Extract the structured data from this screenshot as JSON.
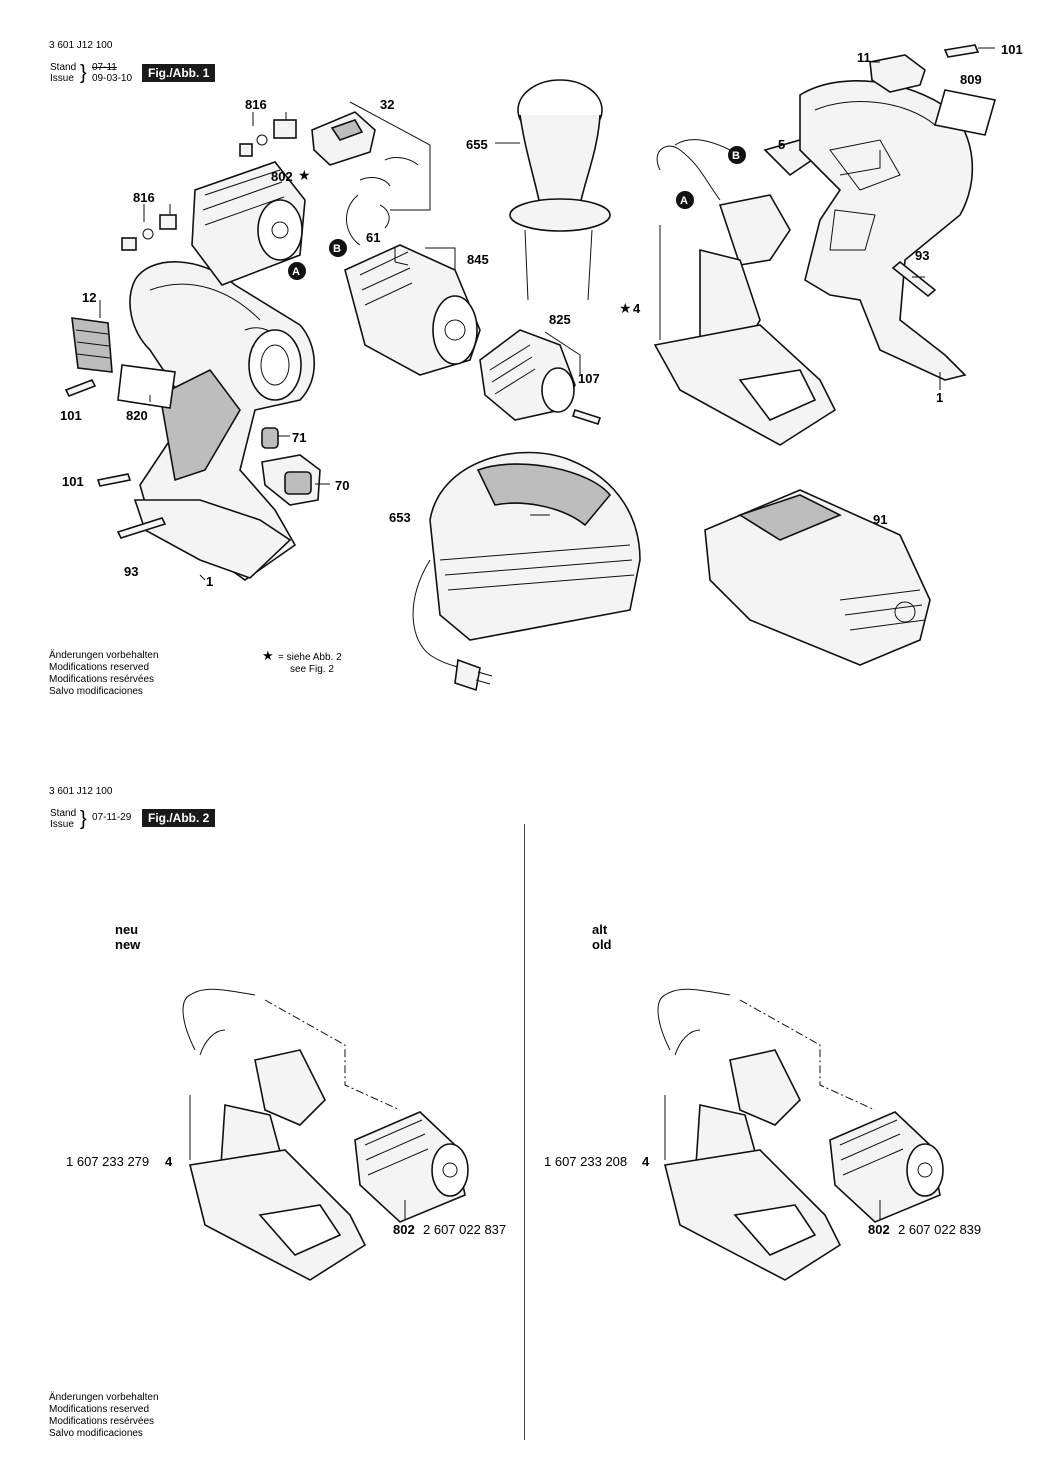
{
  "fig1": {
    "doc_number": "3 601 J12 100",
    "stand_label": "Stand",
    "issue_label": "Issue",
    "stand_date": "07-11",
    "issue_date": "09-03-10",
    "fig_tag": "Fig./Abb. 1",
    "star_note_de": "= siehe Abb. 2",
    "star_note_en": "see Fig. 2",
    "part_labels": {
      "p816a": "816",
      "p32": "32",
      "p655": "655",
      "p11": "11",
      "p101a": "101",
      "p809": "809",
      "p802": "802",
      "p816b": "816",
      "p61": "61",
      "p845": "845",
      "p5": "5",
      "p12": "12",
      "p825": "825",
      "p4": "4",
      "p93a": "93",
      "p107": "107",
      "p101b": "101",
      "p820": "820",
      "p1a": "1",
      "p71": "71",
      "p101c": "101",
      "p70": "70",
      "p653": "653",
      "p91": "91",
      "p93b": "93",
      "p1b": "1"
    },
    "badges": {
      "a1": "A",
      "b1": "B",
      "a2": "A",
      "b2": "B"
    },
    "notes": [
      "Änderungen vorbehalten",
      "Modifications reserved",
      "Modifications resérvées",
      "Salvo modificaciones"
    ]
  },
  "fig2": {
    "doc_number": "3 601 J12 100",
    "stand_label": "Stand",
    "issue_label": "Issue",
    "date": "07-11-29",
    "fig_tag": "Fig./Abb. 2",
    "new_de": "neu",
    "new_en": "new",
    "old_de": "alt",
    "old_en": "old",
    "new_switch_number": "1 607 233 279",
    "new_switch_pos": "4",
    "new_motor_pos": "802",
    "new_motor_number": "2 607 022 837",
    "old_switch_number": "1 607 233 208",
    "old_switch_pos": "4",
    "old_motor_pos": "802",
    "old_motor_number": "2 607 022 839",
    "notes": [
      "Änderungen vorbehalten",
      "Modifications reserved",
      "Modifications resérvées",
      "Salvo modificaciones"
    ]
  },
  "icons": {
    "star": "star-icon"
  }
}
